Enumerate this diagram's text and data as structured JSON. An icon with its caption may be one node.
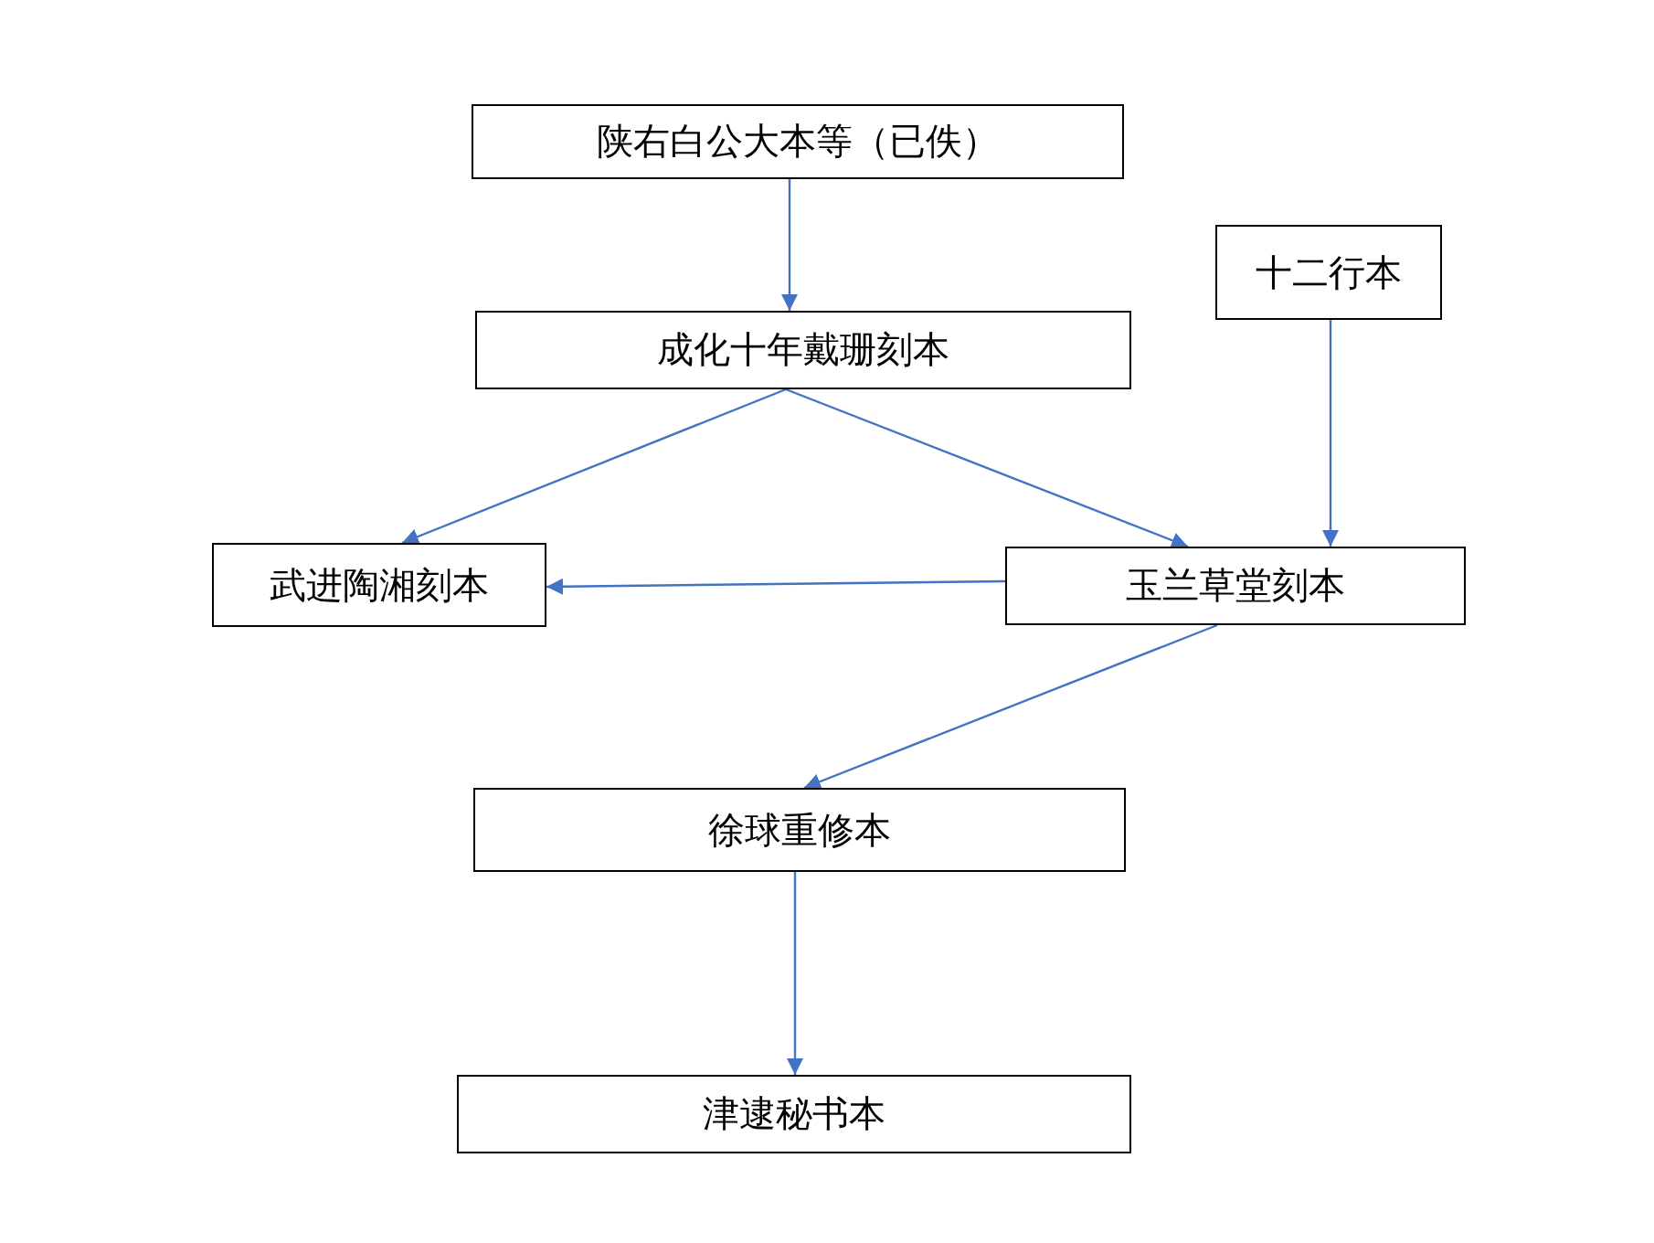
{
  "diagram": {
    "nodes": [
      {
        "text": [
          "陕右白公大本等（已佚）"
        ]
      },
      {
        "text": [
          "成化十年戴珊刻本"
        ]
      },
      {
        "text": [
          "十二行本"
        ]
      },
      {
        "text": [
          "武进陶湘刻本"
        ]
      },
      {
        "text": [
          "玉兰草堂刻本"
        ]
      },
      {
        "text": [
          "徐球重修本"
        ]
      },
      {
        "text": [
          "津逮秘书本"
        ]
      }
    ],
    "edges": [
      {
        "from": 0,
        "to": 1,
        "arrow": "to"
      },
      {
        "from": 1,
        "to": 3,
        "arrow": "to"
      },
      {
        "from": 1,
        "to": 4,
        "arrow": "to"
      },
      {
        "from": 2,
        "to": 4,
        "arrow": "to"
      },
      {
        "from": 4,
        "to": 3,
        "arrow": "to"
      },
      {
        "from": 4,
        "to": 5,
        "arrow": "to"
      },
      {
        "from": 5,
        "to": 6,
        "arrow": "to"
      }
    ]
  }
}
